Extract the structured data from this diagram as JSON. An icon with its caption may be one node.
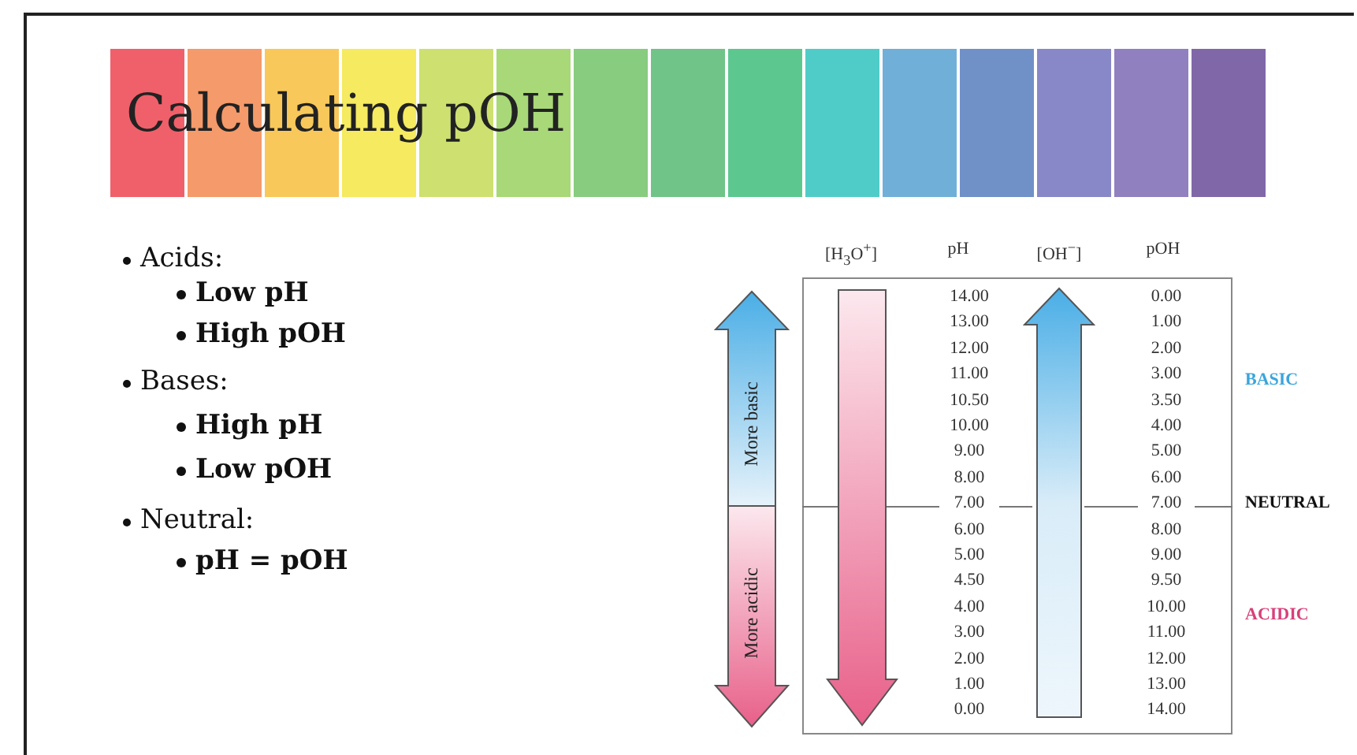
{
  "diagram": {
    "title": "Calculating pOH",
    "nodes": [
      {
        "text": [
          "More basic",
          "More acidic"
        ]
      }
    ],
    "labels": [
      "Acids:",
      "Low pH",
      "High pOH",
      "Bases:",
      "High pH",
      "Low pOH",
      "Neutral:",
      "pH = pOH",
      "[H$_{3}$O$^{+}$]",
      "pH",
      "[OH$^{−}$]",
      "pOH",
      "14.00",
      "0.00",
      "13.00",
      "1.00",
      "12.00",
      "2.00",
      "11.00",
      "3.00",
      "10.50",
      "3.50",
      "10.00",
      "4.00",
      "9.00",
      "5.00",
      "8.00",
      "6.00",
      "7.00",
      "7.00",
      "6.00",
      "8.00",
      "5.00",
      "9.00",
      "4.50",
      "9.50",
      "4.00",
      "10.00",
      "3.00",
      "11.00",
      "2.00",
      "12.00",
      "1.00",
      "13.00",
      "0.00",
      "14.00",
      "BASIC",
      "NEUTRAL",
      "ACIDIC"
    ]
  }
}
